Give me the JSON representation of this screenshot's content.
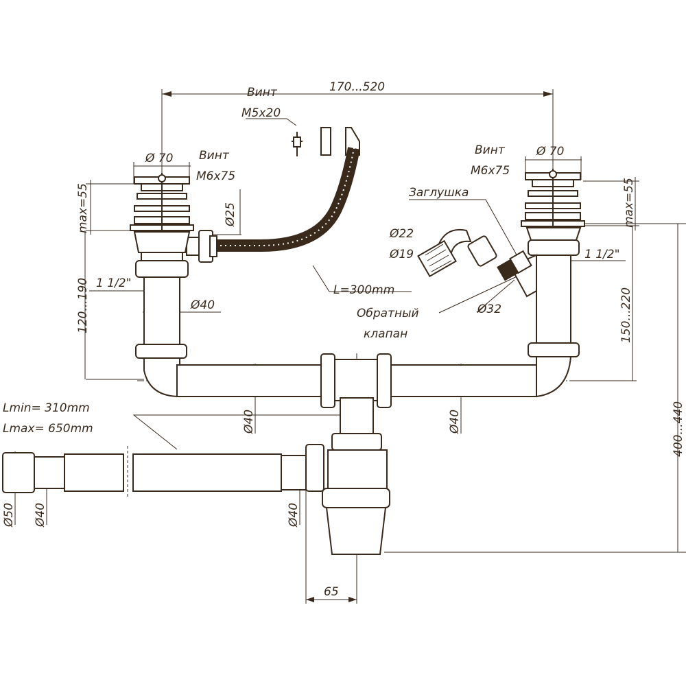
{
  "colors": {
    "ink": "#3a2a1c",
    "background": "#ffffff"
  },
  "labels": {
    "screw_m5_a": "Винт",
    "screw_m5_b": "M5x20",
    "span": "170...520",
    "diam70_left": "Ø 70",
    "screw_m6_left_a": "Винт",
    "screw_m6_left_b": "M6x75",
    "diam70_right": "Ø 70",
    "screw_m6_right_a": "Винт",
    "screw_m6_right_b": "M6x75",
    "plug": "Заглушка",
    "diam22": "Ø22",
    "diam19": "Ø19",
    "diam32": "Ø32",
    "check_valve_a": "Обратный",
    "check_valve_b": "клапан",
    "overflow_length": "L=300mm",
    "diam25": "Ø25",
    "max55_left": "max=55",
    "max55_right": "max=55",
    "height_left": "120...190",
    "thread_left": "1 1/2\"",
    "thread_right": "1 1/2\"",
    "height_right": "150...220",
    "diam40_left_riser": "Ø40",
    "diam40_cross_left": "Ø40",
    "diam40_cross_right": "Ø40",
    "total_height": "400...440",
    "lmin": "Lmin= 310mm",
    "lmax": "Lmax= 650mm",
    "diam50": "Ø50",
    "diam40_hose_end": "Ø40",
    "diam40_hose_inlet": "Ø40",
    "offset65": "65"
  }
}
